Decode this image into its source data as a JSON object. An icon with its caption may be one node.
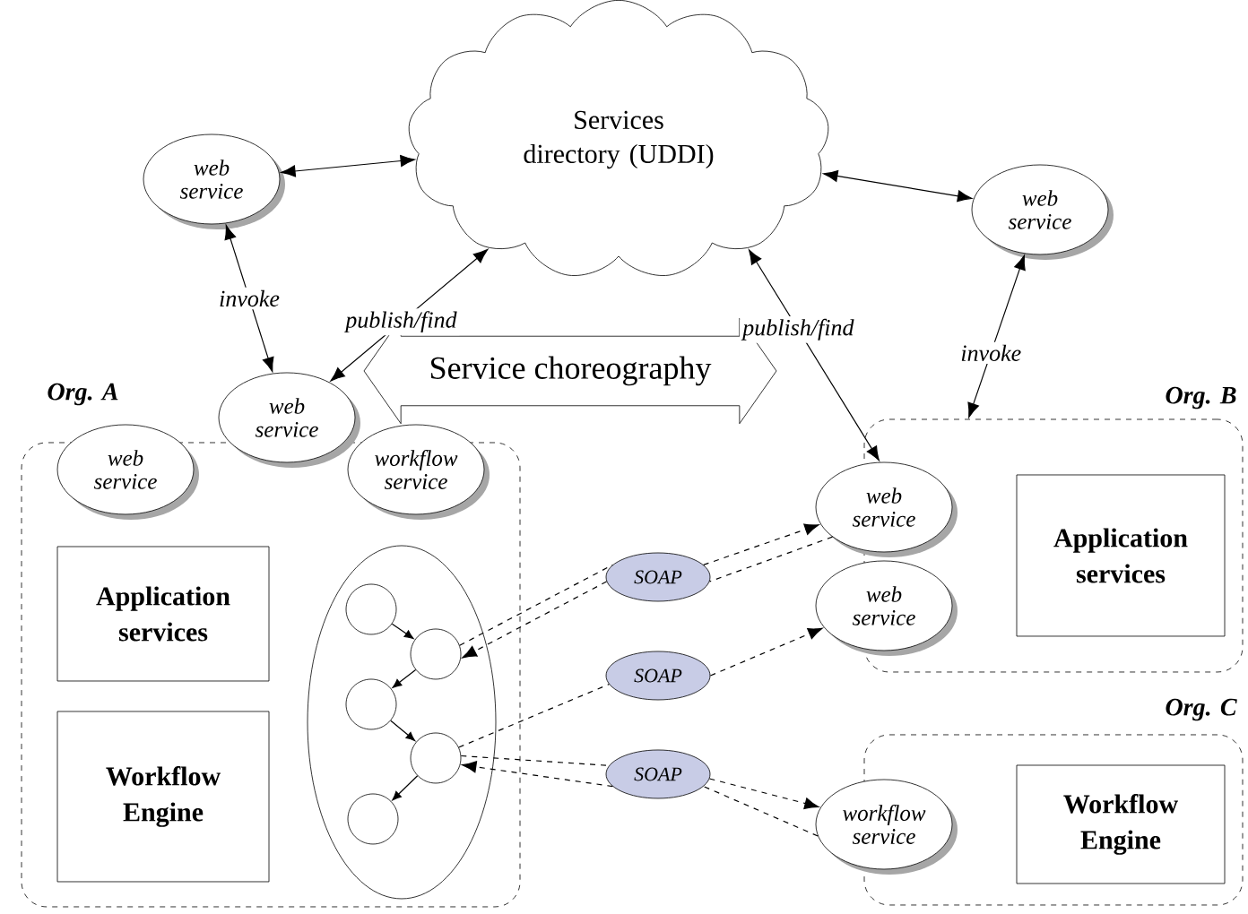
{
  "diagram": {
    "nodes": [
      {
        "text": [
          "Services directory (UDDI)"
        ]
      },
      {
        "text": [
          "web service"
        ]
      },
      {
        "text": [
          "web service"
        ]
      },
      {
        "text": [
          "Service choreography"
        ]
      },
      {
        "text": [
          "Org. A"
        ]
      },
      {
        "text": [
          "web service"
        ]
      },
      {
        "text": [
          "web service"
        ],
        "in": 4
      },
      {
        "text": [
          "workflow service"
        ],
        "in": 4
      },
      {
        "text": [
          "Application services"
        ],
        "in": 4
      },
      {
        "text": [],
        "shape": "ellipse",
        "in": 4
      },
      {
        "text": [],
        "shape": "circle",
        "in": 9
      },
      {
        "text": [],
        "shape": "circle",
        "in": 9
      },
      {
        "text": [],
        "shape": "circle",
        "in": 9
      },
      {
        "text": [],
        "shape": "circle",
        "in": 9
      },
      {
        "text": [],
        "shape": "circle",
        "in": 9
      },
      {
        "text": [
          "Workflow Engine"
        ],
        "in": 4
      },
      {
        "text": [
          "Org. B"
        ]
      },
      {
        "text": [
          "web service"
        ]
      },
      {
        "text": [
          "web service"
        ]
      },
      {
        "text": [
          "Application services"
        ],
        "in": 16
      },
      {
        "text": [
          "SOAP"
        ]
      },
      {
        "text": [
          "SOAP"
        ]
      },
      {
        "text": [
          "Org. C"
        ]
      },
      {
        "text": [
          "SOAP"
        ]
      },
      {
        "text": [
          "workflow service"
        ]
      },
      {
        "text": [
          "Workflow Engine"
        ],
        "in": 22
      }
    ],
    "edges": [
      {
        "from": 0,
        "to": 1,
        "arrow": "both"
      },
      {
        "from": 0,
        "to": 2,
        "arrow": "both"
      },
      {
        "from": 1,
        "to": 5,
        "arrow": "both",
        "label": "invoke"
      },
      {
        "from": 5,
        "to": 0,
        "arrow": "both",
        "label": "publish/find"
      },
      {
        "from": 0,
        "to": 17,
        "arrow": "both",
        "label": "publish/find"
      },
      {
        "from": 2,
        "to": 16,
        "arrow": "both",
        "label": "invoke"
      },
      {
        "from": 10,
        "to": 11,
        "arrow": "to"
      },
      {
        "from": 11,
        "to": 12,
        "arrow": "to"
      },
      {
        "from": 12,
        "to": 13,
        "arrow": "to"
      },
      {
        "from": 13,
        "to": 14,
        "arrow": "to"
      },
      {
        "from": 11,
        "to": 20,
        "arrow": "none",
        "style": "dashed"
      },
      {
        "from": 20,
        "to": 17,
        "arrow": "to",
        "style": "dashed"
      },
      {
        "from": 17,
        "to": 20,
        "arrow": "none",
        "style": "dashed"
      },
      {
        "from": 20,
        "to": 11,
        "arrow": "to",
        "style": "dashed"
      },
      {
        "from": 13,
        "to": 21,
        "arrow": "none",
        "style": "dashed"
      },
      {
        "from": 21,
        "to": 18,
        "arrow": "to",
        "style": "dashed"
      },
      {
        "from": 13,
        "to": 23,
        "arrow": "none",
        "style": "dashed"
      },
      {
        "from": 23,
        "to": 24,
        "arrow": "to",
        "style": "dashed"
      },
      {
        "from": 24,
        "to": 23,
        "arrow": "none",
        "style": "dashed"
      },
      {
        "from": 23,
        "to": 13,
        "arrow": "to",
        "style": "dashed"
      }
    ]
  }
}
